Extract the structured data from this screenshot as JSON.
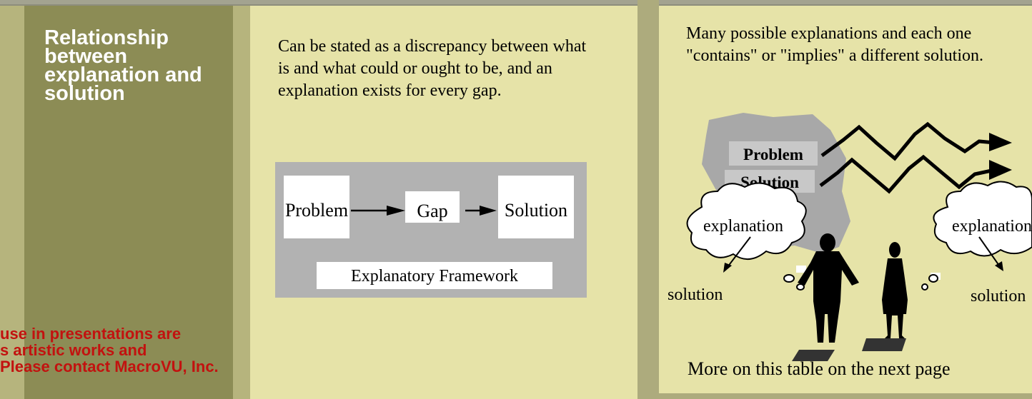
{
  "left": {
    "heading": "Relationship between explanation and solution"
  },
  "middle": {
    "description": "Can be stated as a discrepancy between what is and what could or ought to be, and an explanation exists for every gap.",
    "framework": {
      "problem": "Problem",
      "gap": "Gap",
      "solution": "Solution",
      "caption": "Explanatory Framework"
    }
  },
  "right": {
    "description": "Many possible explanations and each one \"contains\" or \"implies\" a different solution.",
    "illustration": {
      "problem_label": "Problem",
      "solution_label": "Solution",
      "explanation_left": "explanation",
      "explanation_right": "explanation",
      "solution_left": "solution",
      "solution_right": "solution"
    },
    "footer": "More on this table on the next page"
  },
  "watermark": {
    "line1": "use in presentations are",
    "line2": "s artistic works and",
    "line3": "Please contact MacroVU, Inc."
  },
  "colors": {
    "background": "#e6e3a8",
    "heading_column": "#8c8c55",
    "watermark_text": "#c2120f",
    "framework_box": "#b2b2b2"
  }
}
